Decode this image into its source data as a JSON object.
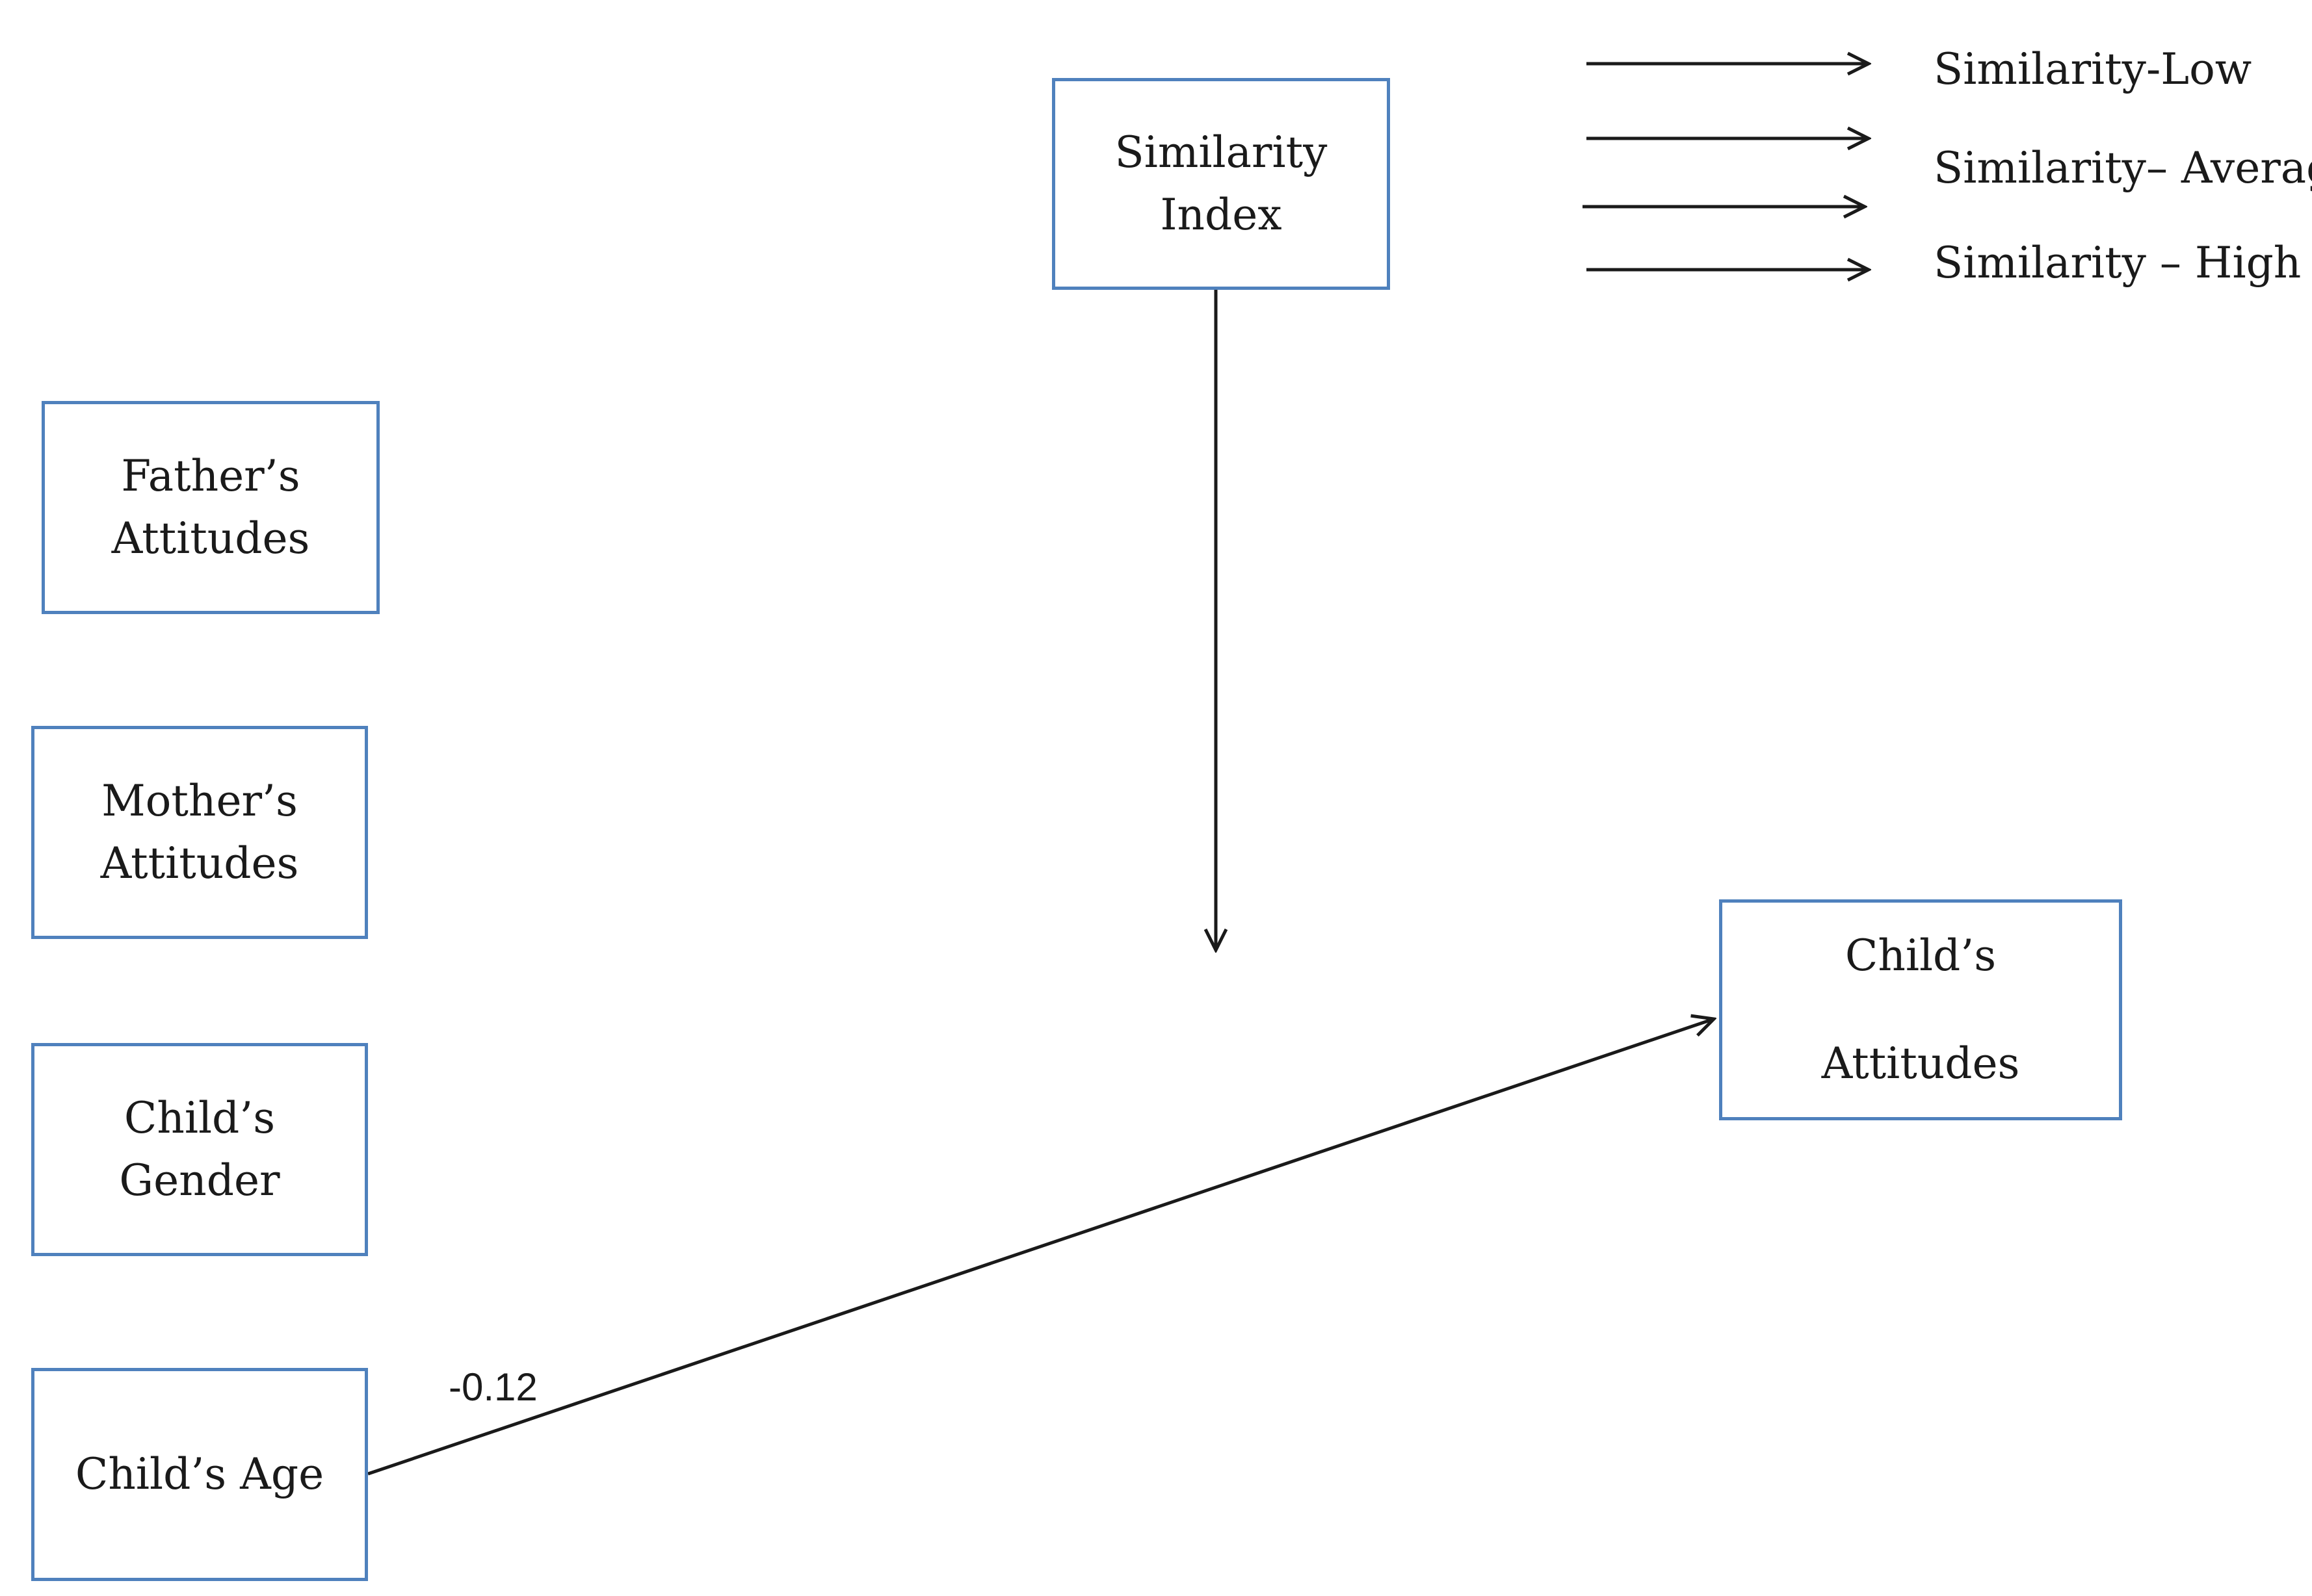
{
  "nodes": {
    "similarity_index": [
      "Similarity",
      "Index"
    ],
    "fathers_attitudes": [
      "Father’s",
      "Attitudes"
    ],
    "mothers_attitudes": [
      "Mother’s",
      "Attitudes"
    ],
    "childs_gender": [
      "Child’s",
      "Gender"
    ],
    "childs_age": [
      "Child’s Age"
    ],
    "childs_attitudes": [
      "Child’s",
      "Attitudes"
    ]
  },
  "legend": [
    "Similarity-Low",
    "Similarity– Average",
    "Similarity – High"
  ],
  "paths": [
    {
      "from": "childs_age",
      "to": "childs_attitudes",
      "coefficient": "-0.12"
    },
    {
      "from": "similarity_index",
      "to": "moderation-point",
      "coefficient": ""
    }
  ],
  "colors": {
    "box_border": "#4f81bd",
    "arrow": "#1a1a1a"
  }
}
